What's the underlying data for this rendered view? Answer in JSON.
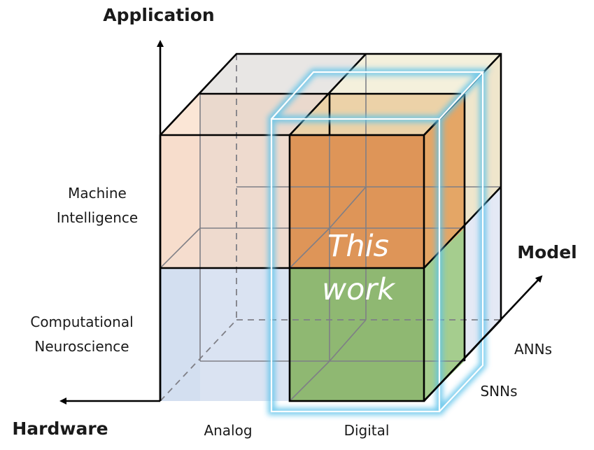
{
  "diagram": {
    "axes": {
      "application": "Application",
      "hardware": "Hardware",
      "model": "Model"
    },
    "application_categories": [
      "Machine",
      "Intelligence",
      "Computational",
      "Neuroscience"
    ],
    "application_labels": {
      "machine_intelligence": [
        "Machine",
        "Intelligence"
      ],
      "computational_neuroscience": [
        "Computational",
        "Neuroscience"
      ]
    },
    "hardware_labels": {
      "analog": "Analog",
      "digital": "Digital"
    },
    "model_labels": {
      "anns": "ANNs",
      "snns": "SNNs"
    },
    "highlight": {
      "line1": "This",
      "line2": "work"
    },
    "colors": {
      "machine_intelligence_analog": "#fbe1cc",
      "machine_intelligence_digital": "#de9558",
      "comp_neuro_analog": "#d3dff0",
      "comp_neuro_digital": "#8fb872",
      "ann_top": "#f1eed6",
      "ann_bottom": "#e4e9f5",
      "top_back": "#e8e6e4",
      "glow": "#5ec3ea",
      "axis": "#000000"
    }
  }
}
